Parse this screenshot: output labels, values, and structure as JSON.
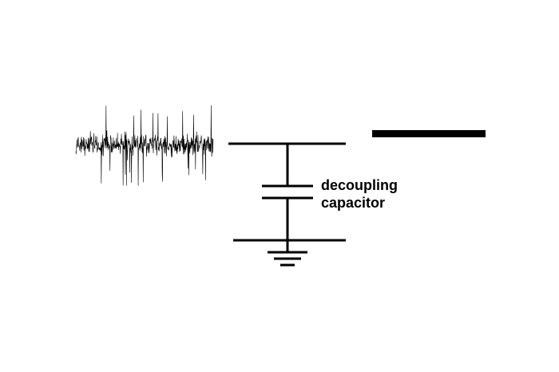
{
  "diagram": {
    "label_line1": "decoupling",
    "label_line2": "capacitor",
    "components": {
      "noisy_signal": "noise-waveform",
      "supply_rail": "power-rail-line",
      "capacitor": "capacitor-symbol",
      "ground": "ground-symbol",
      "clean_output": "clean-dc-bar"
    },
    "colors": {
      "stroke": "#000000",
      "background": "#ffffff"
    }
  }
}
